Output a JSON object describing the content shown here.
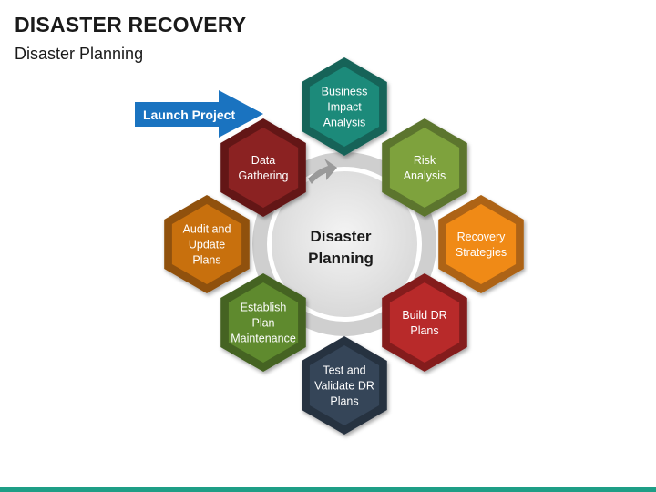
{
  "header": {
    "title": "DISASTER RECOVERY",
    "subtitle": "Disaster Planning"
  },
  "diagram": {
    "center_lines": [
      "Disaster",
      "Planning"
    ],
    "launch": {
      "label": "Launch Project",
      "color": "#1a73c0"
    },
    "steps": [
      {
        "lines": [
          "Data",
          "Gathering"
        ],
        "color": "#8b2323"
      },
      {
        "lines": [
          "Business",
          "Impact",
          "Analysis"
        ],
        "color": "#1d8a7a"
      },
      {
        "lines": [
          "Risk",
          "Analysis"
        ],
        "color": "#7ea23e"
      },
      {
        "lines": [
          "Recovery",
          "Strategies"
        ],
        "color": "#f08a19"
      },
      {
        "lines": [
          "Build DR",
          "Plans"
        ],
        "color": "#b8292b"
      },
      {
        "lines": [
          "Test and",
          "Validate DR",
          "Plans"
        ],
        "color": "#354559"
      },
      {
        "lines": [
          "Establish",
          "Plan",
          "Maintenance"
        ],
        "color": "#5e8a2e"
      },
      {
        "lines": [
          "Audit and",
          "Update",
          "Plans"
        ],
        "color": "#c8700e"
      }
    ]
  }
}
